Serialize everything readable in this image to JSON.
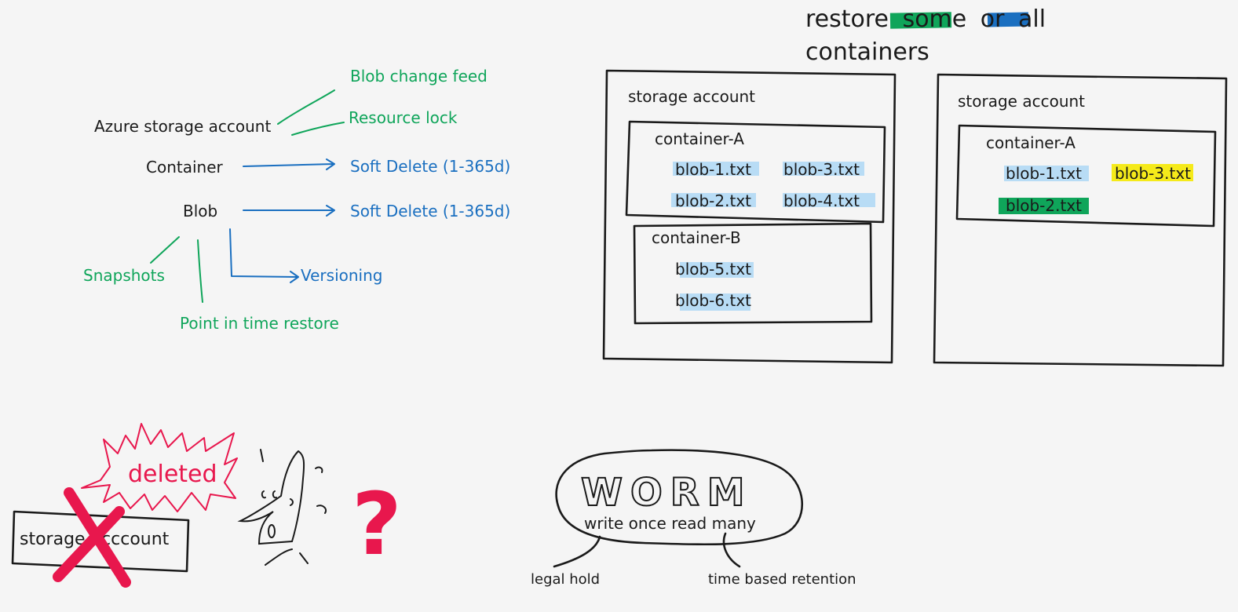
{
  "tree": {
    "root": "Azure storage account",
    "container": "Container",
    "blob": "Blob",
    "blob_change_feed": "Blob change feed",
    "resource_lock": "Resource lock",
    "container_soft_delete": "Soft Delete (1-365d)",
    "blob_soft_delete": "Soft Delete (1-365d)",
    "snapshots": "Snapshots",
    "versioning": "Versioning",
    "point_in_time_restore": "Point in time restore"
  },
  "restore_heading": {
    "word_restore": "restore",
    "word_some": "some",
    "word_or": "or",
    "word_all": "all",
    "line2": "containers"
  },
  "account_left": {
    "title": "storage account",
    "container_a": {
      "title": "container-A",
      "blobs": [
        "blob-1.txt",
        "blob-2.txt",
        "blob-3.txt",
        "blob-4.txt"
      ]
    },
    "container_b": {
      "title": "container-B",
      "blobs": [
        "blob-5.txt",
        "blob-6.txt"
      ]
    }
  },
  "account_right": {
    "title": "storage account",
    "container_a": {
      "title": "container-A",
      "blobs": [
        "blob-1.txt",
        "blob-3.txt",
        "blob-2.txt"
      ]
    }
  },
  "deleted_scene": {
    "callout": "deleted",
    "box_label": "storage acccount",
    "question": "?"
  },
  "worm": {
    "title": "WORM",
    "subtitle": "write once read many",
    "branch_left": "legal hold",
    "branch_right": "time based retention"
  },
  "colors": {
    "background": "#f5f5f5",
    "ink": "#1a1a1a",
    "green": "#0fa55a",
    "blue": "#1a6fc0",
    "highlight_blue": "#b8dcf5",
    "highlight_yellow": "#f5ea1a",
    "highlight_green": "#0fa55a",
    "red": "#e8174d"
  }
}
